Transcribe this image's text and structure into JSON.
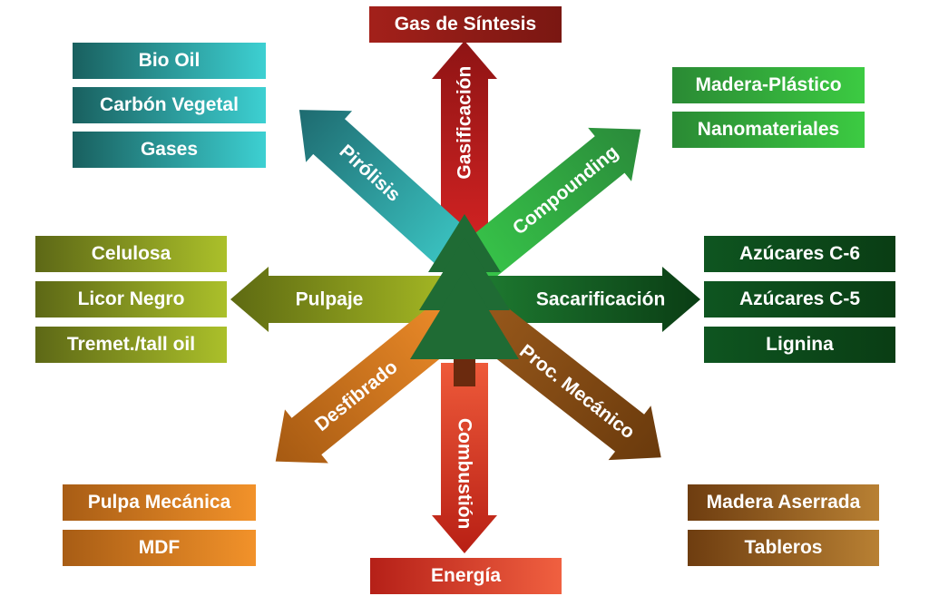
{
  "center_icon": "pine-tree-icon",
  "processes": {
    "gasificacion": {
      "label": "Gasificación",
      "colors": [
        "#8e1414",
        "#d02222"
      ]
    },
    "pirolisis": {
      "label": "Pirólisis",
      "colors": [
        "#1e6b70",
        "#3cc7c5"
      ]
    },
    "compounding": {
      "label": "Compounding",
      "colors": [
        "#2a8a3a",
        "#38c84a"
      ]
    },
    "pulpaje": {
      "label": "Pulpaje",
      "colors": [
        "#5e6a12",
        "#a9bd25"
      ]
    },
    "sacarificacion": {
      "label": "Sacarificación",
      "colors": [
        "#0a3d14",
        "#1f7e32"
      ]
    },
    "desfibrado": {
      "label": "Desfibrado",
      "colors": [
        "#a65a12",
        "#ef8d2a"
      ]
    },
    "proc_mecanico": {
      "label": "Proc. Mecánico",
      "colors": [
        "#6a3a0c",
        "#9a5a1c"
      ]
    },
    "combustion": {
      "label": "Combustión",
      "colors": [
        "#b81f14",
        "#ee5a3a"
      ]
    }
  },
  "products": {
    "gas_sintesis": {
      "label": "Gas de Síntesis",
      "colors": [
        "#a3201a",
        "#7a1712"
      ]
    },
    "bio_oil": {
      "label": "Bio Oil",
      "colors": [
        "#19605f",
        "#3dd0d2"
      ]
    },
    "carbon_vegetal": {
      "label": "Carbón Vegetal",
      "colors": [
        "#19605f",
        "#3dd0d2"
      ]
    },
    "gases": {
      "label": "Gases",
      "colors": [
        "#19605f",
        "#3dd0d2"
      ]
    },
    "madera_plastico": {
      "label": "Madera-Plástico",
      "colors": [
        "#2a8a34",
        "#3ccb42"
      ]
    },
    "nanomateriales": {
      "label": "Nanomateriales",
      "colors": [
        "#2a8a34",
        "#3ccb42"
      ]
    },
    "celulosa": {
      "label": "Celulosa",
      "colors": [
        "#5d6816",
        "#abc02a"
      ]
    },
    "licor_negro": {
      "label": "Licor Negro",
      "colors": [
        "#5d6816",
        "#abc02a"
      ]
    },
    "tremet_tall_oil": {
      "label": "Tremet./tall oil",
      "colors": [
        "#5d6816",
        "#abc02a"
      ]
    },
    "azucares_c6": {
      "label": "Azúcares C-6",
      "colors": [
        "#0e5520",
        "#0a3d14"
      ]
    },
    "azucares_c5": {
      "label": "Azúcares C-5",
      "colors": [
        "#0e5520",
        "#0a3d14"
      ]
    },
    "lignina": {
      "label": "Lignina",
      "colors": [
        "#0e5520",
        "#0a3d14"
      ]
    },
    "pulpa_mecanica": {
      "label": "Pulpa Mecánica",
      "colors": [
        "#a85d15",
        "#f2922a"
      ]
    },
    "mdf": {
      "label": "MDF",
      "colors": [
        "#a85d15",
        "#f2922a"
      ]
    },
    "madera_aserrada": {
      "label": "Madera Aserrada",
      "colors": [
        "#6e3d10",
        "#b88033"
      ]
    },
    "tableros": {
      "label": "Tableros",
      "colors": [
        "#6e3d10",
        "#b88033"
      ]
    },
    "energia": {
      "label": "Energía",
      "colors": [
        "#b52018",
        "#f06040"
      ]
    }
  }
}
